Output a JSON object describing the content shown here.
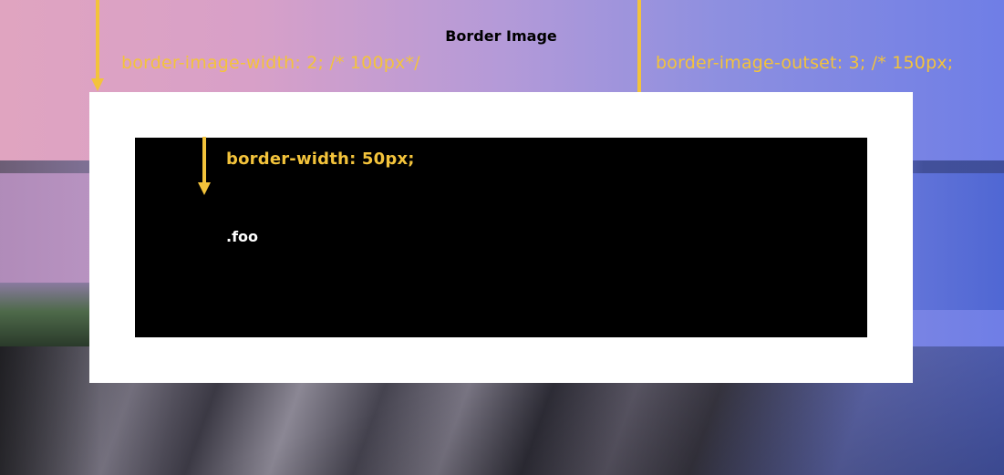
{
  "page": {
    "title": "Border Image"
  },
  "annotations": {
    "border_image_width": "border-image-width: 2; /* 100px*/",
    "border_image_outset": "border-image-outset: 3; /* 150px;",
    "border_width": "border-width: 50px;"
  },
  "demo": {
    "element_label": ".foo"
  },
  "colors": {
    "annotation": "#f3c33b",
    "outer_box": "#ffffff",
    "inner_box": "#000000"
  },
  "icons": {
    "arrow_left": "arrow-down-icon",
    "arrow_right": "arrow-down-icon",
    "arrow_inner": "arrow-down-icon"
  }
}
